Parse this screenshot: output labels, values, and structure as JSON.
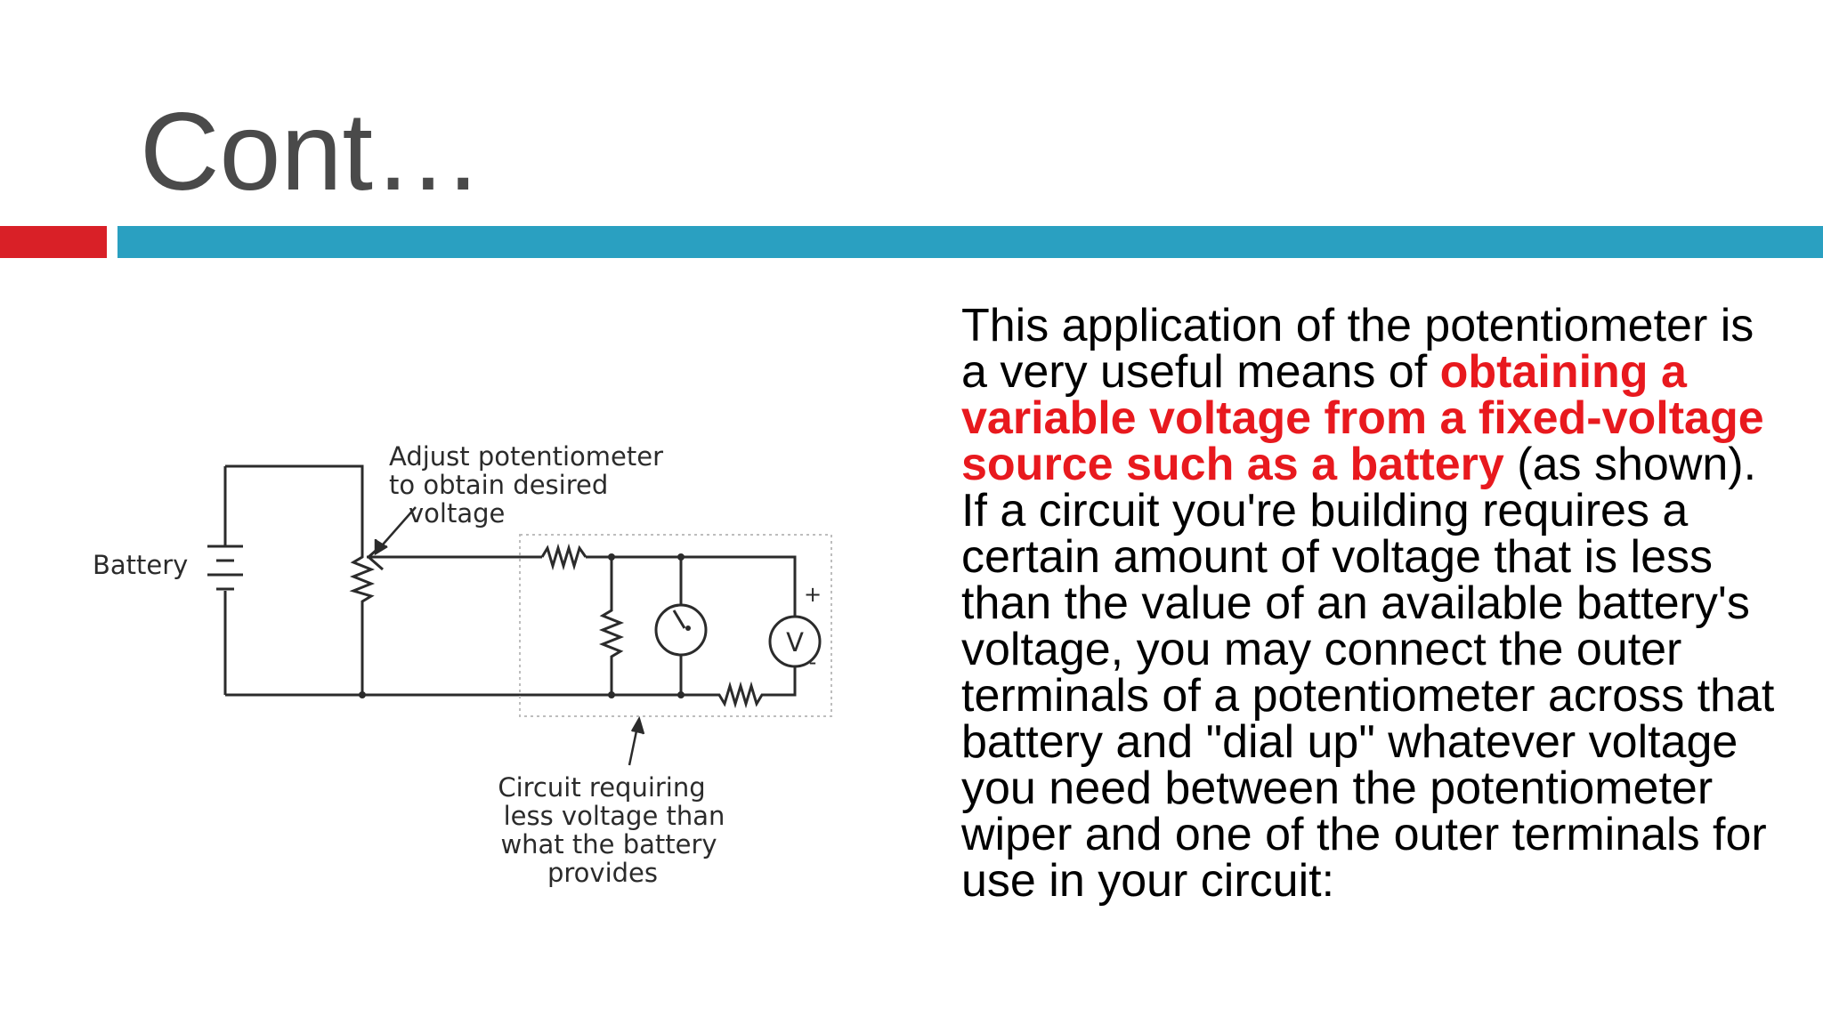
{
  "slide": {
    "title": "Cont…"
  },
  "colors": {
    "title_text": "#4a4a4a",
    "accent_red": "#d92027",
    "accent_blue": "#2aa0c1",
    "highlight_red": "#e8191e"
  },
  "diagram": {
    "battery_label": "Battery",
    "adjust_label_lines": [
      "Adjust potentiometer",
      "to obtain desired",
      "voltage"
    ],
    "circuit_label_lines": [
      "Circuit requiring",
      "less voltage than",
      "what the battery",
      "provides"
    ],
    "voltmeter_symbol": "V",
    "plus_sign": "+",
    "minus_sign": "-"
  },
  "body": {
    "text_before": "This application of the potentiometer is a very useful means of ",
    "highlight": "obtaining a variable voltage from a fixed-voltage source such as a battery",
    "text_after": " (as shown). If a circuit you're building requires a certain amount of voltage that is less than the value of an available battery's voltage, you may connect the outer terminals of a potentiometer across that battery and \"dial up\" whatever voltage you need between the potentiometer wiper and one of the outer terminals for use in your circuit:"
  }
}
